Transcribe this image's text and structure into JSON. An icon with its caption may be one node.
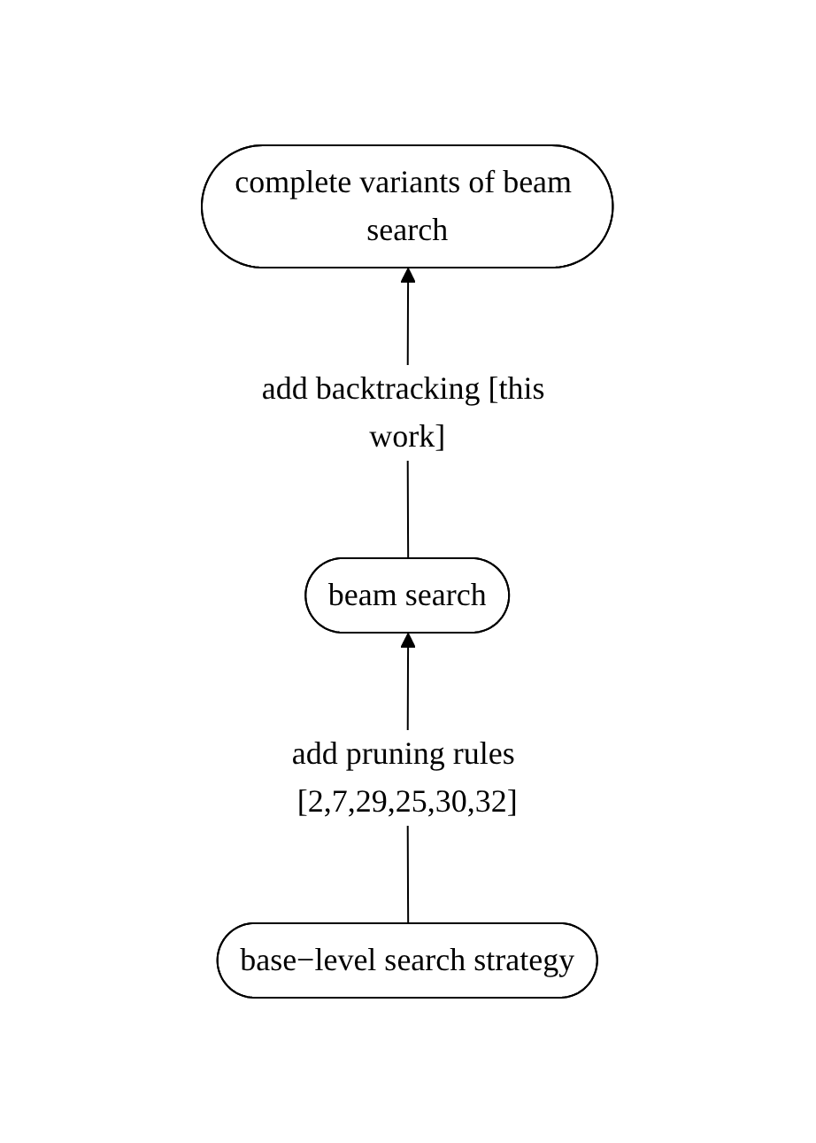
{
  "diagram": {
    "nodes": [
      {
        "text": [
          "complete variants of beam search"
        ]
      },
      {
        "text": [
          "beam search"
        ]
      },
      {
        "text": [
          "base−level search strategy"
        ]
      }
    ],
    "edges": [
      {
        "from": 1,
        "to": 0,
        "arrow": "to",
        "label": "add backtracking [this work]"
      },
      {
        "from": 2,
        "to": 1,
        "arrow": "to",
        "label": "add pruning rules [2,7,29,25,30,32]"
      }
    ]
  }
}
